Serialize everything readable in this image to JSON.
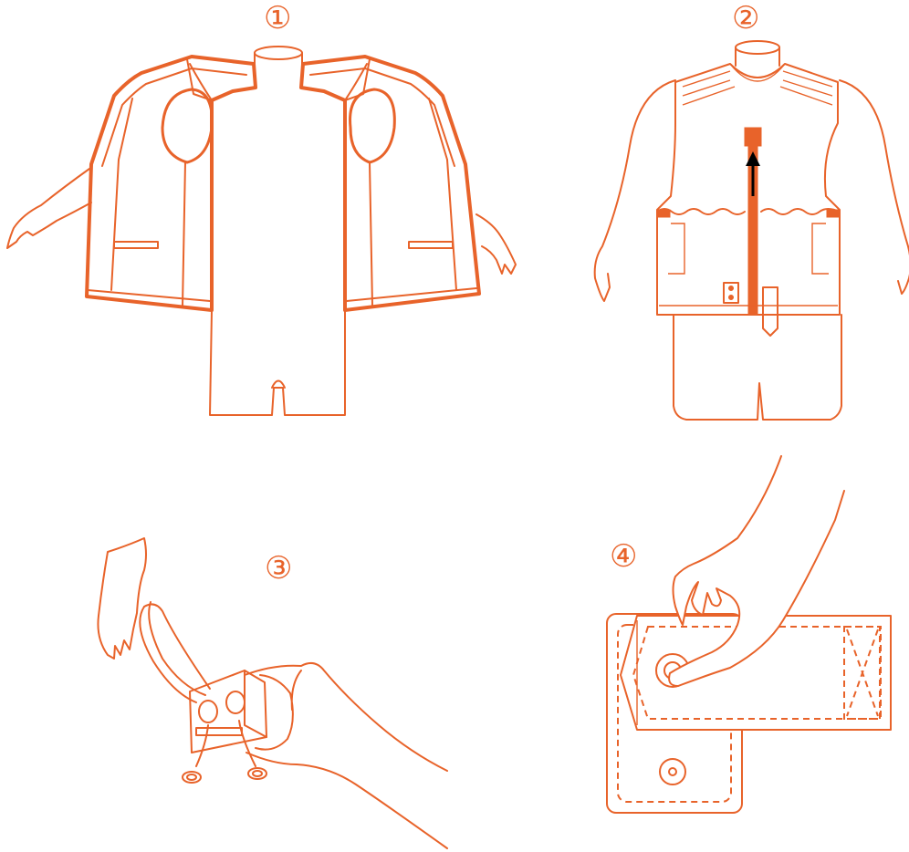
{
  "figure": {
    "colors": {
      "line": "#e8632a",
      "arrow": "#000000",
      "background": "#ffffff"
    },
    "steps": [
      {
        "number": "①",
        "depicts": "open-vest-on-mannequin"
      },
      {
        "number": "②",
        "depicts": "zipped-vest-on-mannequin"
      },
      {
        "number": "③",
        "depicts": "hand-pulling-adjustment-cord-buckle"
      },
      {
        "number": "④",
        "depicts": "finger-pressing-snap-on-strap"
      }
    ]
  }
}
